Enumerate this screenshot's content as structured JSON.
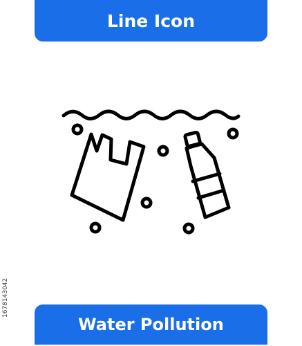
{
  "header": {
    "label": "Line Icon"
  },
  "footer": {
    "label": "Water Pollution"
  },
  "icon": {
    "name": "water-pollution-icon",
    "stroke_color": "#000000"
  },
  "stock_id": "1678143042",
  "colors": {
    "banner": "#1a6fe8",
    "banner_text": "#ffffff",
    "background": "#ffffff"
  }
}
